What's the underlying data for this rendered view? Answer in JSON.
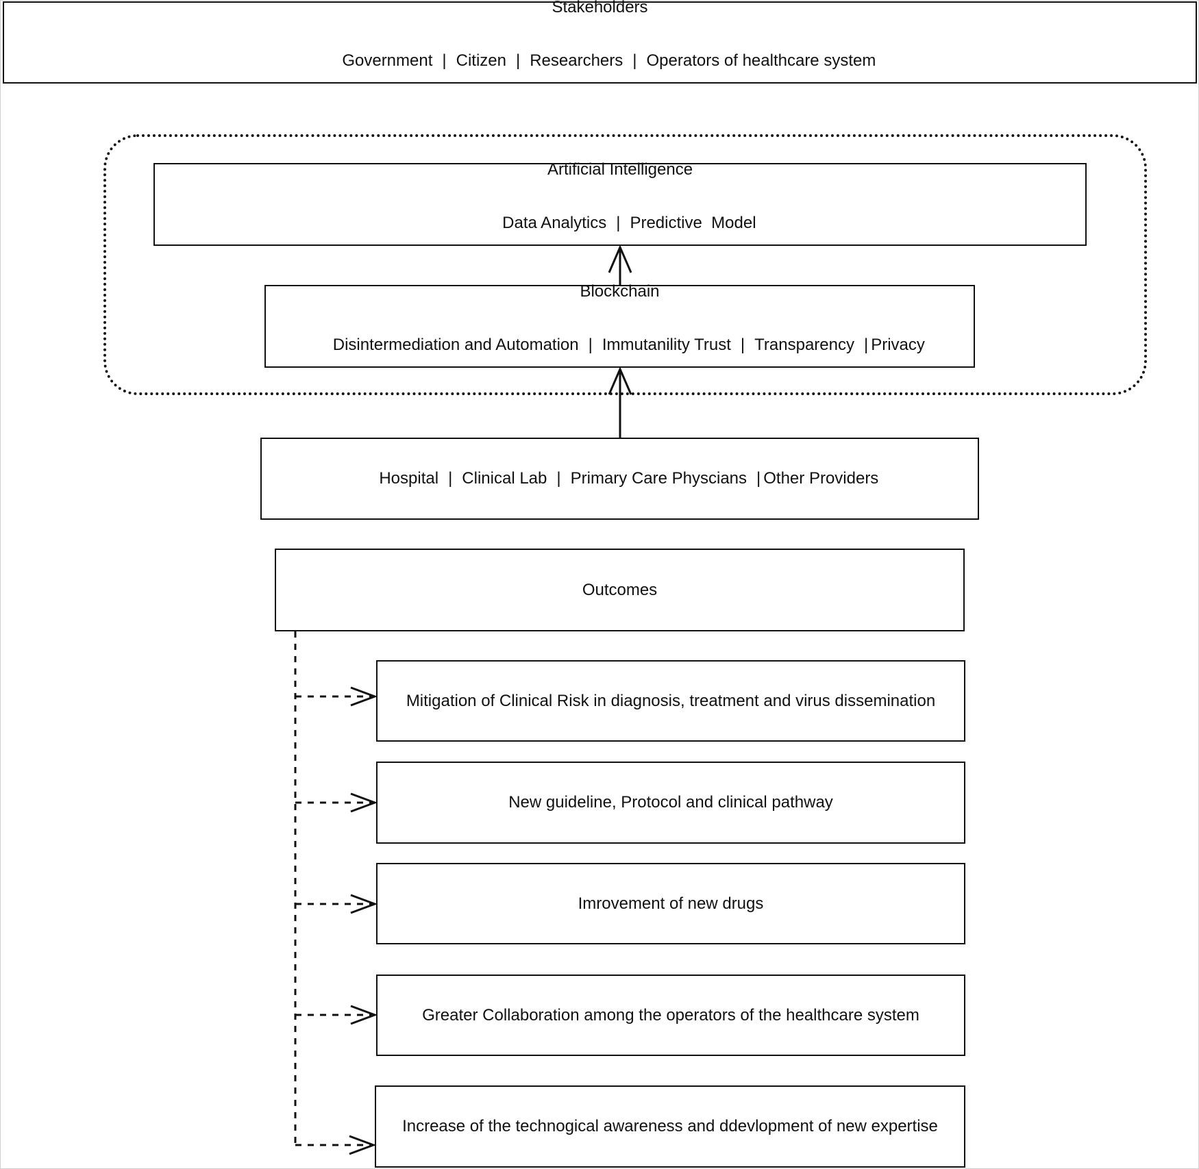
{
  "stakeholders": {
    "title": "Stakeholders",
    "items": [
      "Government",
      "Citizen",
      "Researchers",
      "Operators of healthcare system"
    ]
  },
  "ai": {
    "title": "Artificial Intelligence",
    "items": [
      "Data Analytics",
      "Predictive  Model"
    ]
  },
  "blockchain": {
    "title": "Blockchain",
    "items": [
      "Disintermediation and Automation",
      "Immutanility Trust",
      "Transparency",
      "Privacy"
    ]
  },
  "providers": {
    "items": [
      "Hospital",
      "Clinical Lab",
      "Primary Care Physcians",
      "Other Providers"
    ]
  },
  "outcomes": {
    "title": "Outcomes",
    "items": [
      "Mitigation of Clinical Risk in diagnosis, treatment and virus dissemination",
      "New guideline, Protocol and clinical pathway",
      "Imrovement of new drugs",
      "Greater Collaboration among the operators of the healthcare system",
      "Increase of the technogical awareness and ddevlopment of new expertise"
    ]
  },
  "separator": "|",
  "colors": {
    "line": "#111111",
    "background": "#ffffff"
  }
}
